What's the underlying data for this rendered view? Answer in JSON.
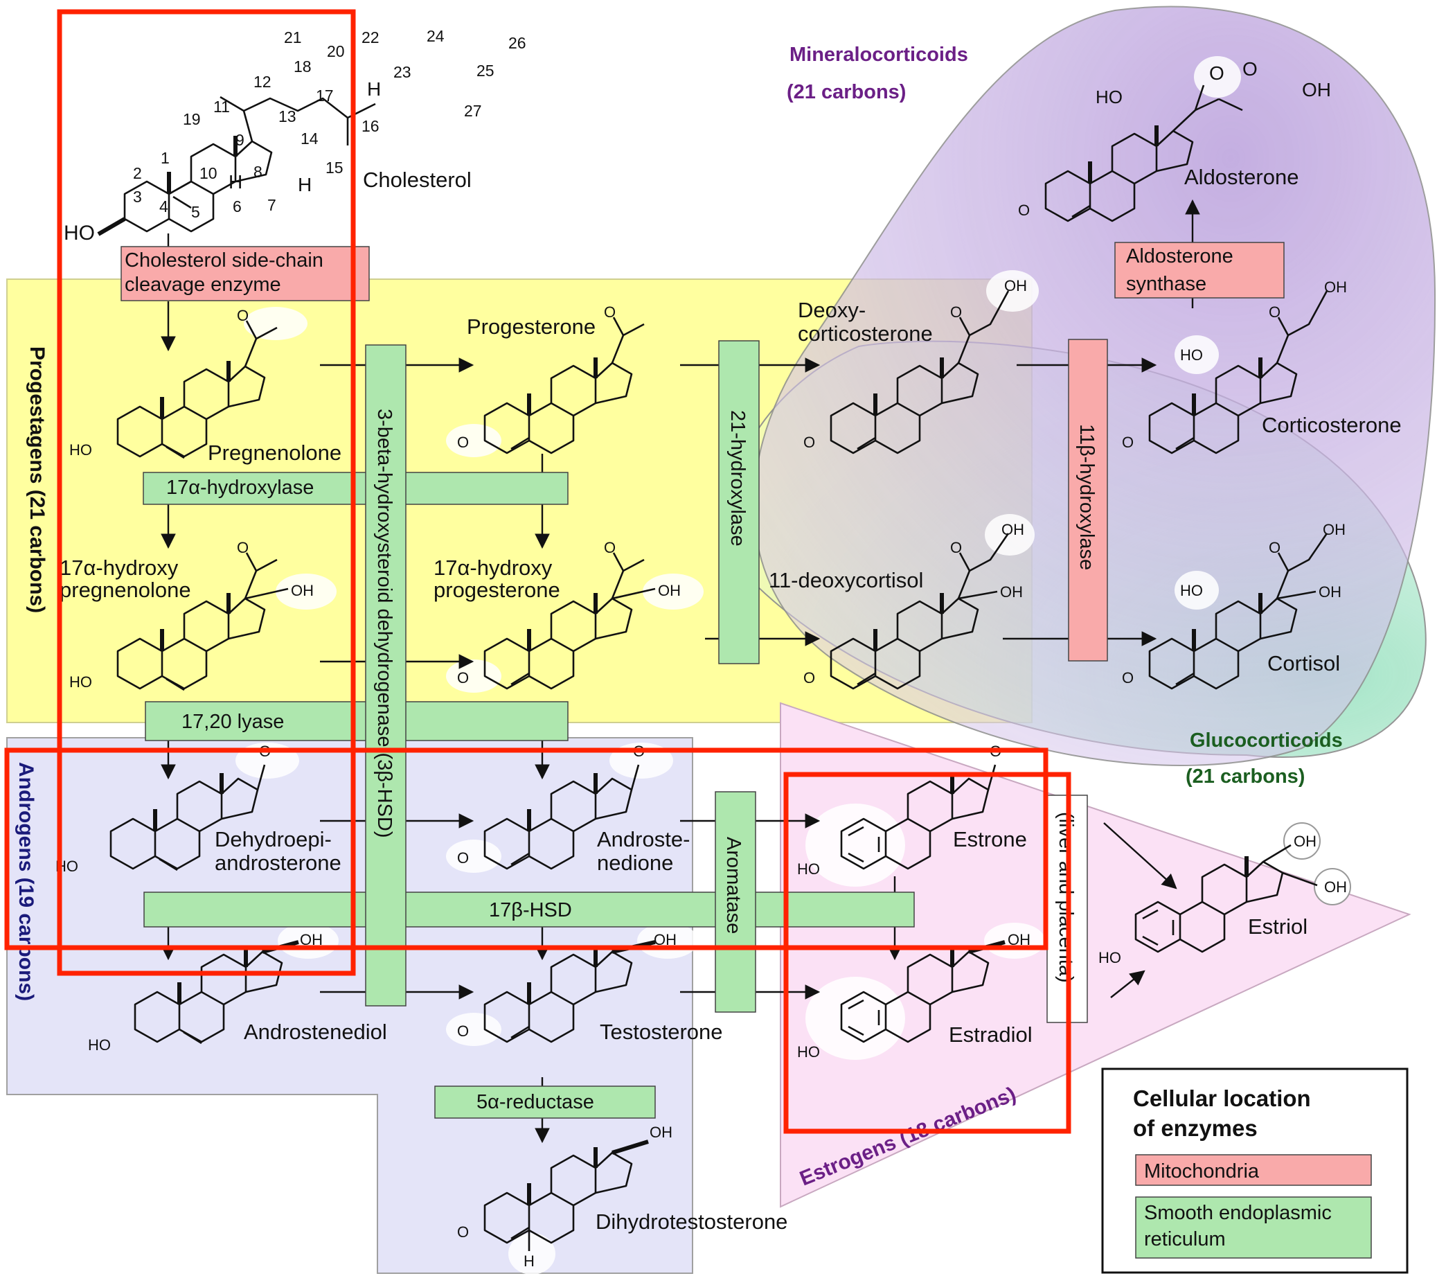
{
  "groups": {
    "progestagens": "Progestagens (21 carbons)",
    "androgens": "Androgens (19 carbons)",
    "estrogens": "Estrogens (18 carbons)",
    "mineralocorticoids_name": "Mineralocorticoids",
    "mineralocorticoids_carbons": "(21 carbons)",
    "glucocorticoids_name": "Glucocorticoids",
    "glucocorticoids_carbons": "(21 carbons)"
  },
  "molecules": {
    "cholesterol": "Cholesterol",
    "pregnenolone": "Pregnenolone",
    "progesterone": "Progesterone",
    "deoxycorticosterone_1": "Deoxy-",
    "deoxycorticosterone_2": "corticosterone",
    "corticosterone": "Corticosterone",
    "aldosterone": "Aldosterone",
    "hydroxypregnenolone_1": "17α-hydroxy",
    "hydroxypregnenolone_2": "pregnenolone",
    "hydroxyprogesterone_1": "17α-hydroxy",
    "hydroxyprogesterone_2": "progesterone",
    "deoxycortisol": "11-deoxycortisol",
    "cortisol": "Cortisol",
    "dhea_1": "Dehydroepi-",
    "dhea_2": "androsterone",
    "androstenedione_1": "Androste-",
    "androstenedione_2": "nedione",
    "estrone": "Estrone",
    "estriol": "Estriol",
    "androstenediol": "Androstenediol",
    "testosterone": "Testosterone",
    "estradiol": "Estradiol",
    "dht": "Dihydrotestosterone"
  },
  "enzymes": {
    "scc_1": "Cholesterol side-chain",
    "scc_2": "cleavage enzyme",
    "hydroxylase17": "17α-hydroxylase",
    "hsd3b": "3-beta-hydroxysteroid dehydrogenase (3β-HSD)",
    "hydroxylase21": "21-hydroxylase",
    "hydroxylase11b": "11β-hydroxylase",
    "aldosterone_synthase_1": "Aldosterone",
    "aldosterone_synthase_2": "synthase",
    "lyase": "17,20 lyase",
    "hsd17b": "17β-HSD",
    "aromatase": "Aromatase",
    "liver_placenta": "(liver and placenta)",
    "reductase5a": "5α-reductase"
  },
  "atoms": {
    "ho": "HO",
    "oh": "OH",
    "o": "O",
    "h": "H"
  },
  "carbon_numbers": [
    "1",
    "2",
    "3",
    "4",
    "5",
    "6",
    "7",
    "8",
    "9",
    "10",
    "11",
    "12",
    "13",
    "14",
    "15",
    "16",
    "17",
    "18",
    "19",
    "20",
    "21",
    "22",
    "23",
    "24",
    "25",
    "26",
    "27"
  ],
  "legend": {
    "title_1": "Cellular location",
    "title_2": "of enzymes",
    "mito": "Mitochondria",
    "ser_1": "Smooth endoplasmic",
    "ser_2": "reticulum"
  },
  "colors": {
    "progestagen_bg": "#ffff9f",
    "androgen_bg": "#e6e6fa",
    "estrogen_bg": "#fce4f6",
    "mineralo_bg": "#c4aee0",
    "gluco_bg": "#b7ead1",
    "mito_fill": "#f9aaaa",
    "ser_fill": "#aee7ae",
    "highlight_red": "#ff2200",
    "purple_text": "#6b1f86",
    "green_text": "#1b5e20",
    "navy_text": "#1a1a7a"
  }
}
